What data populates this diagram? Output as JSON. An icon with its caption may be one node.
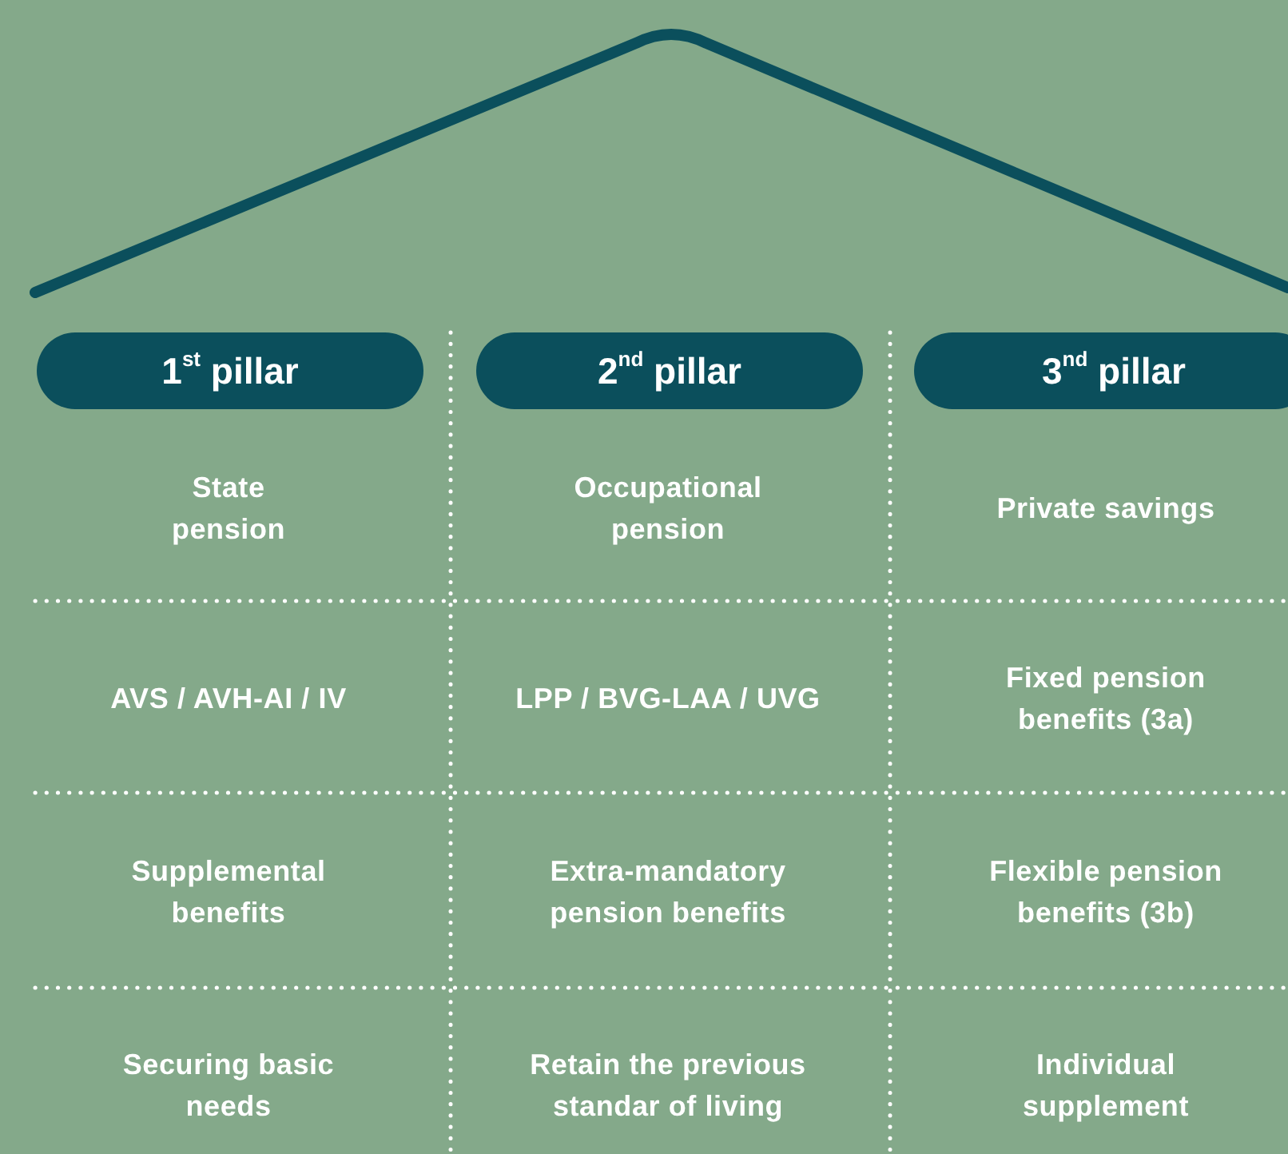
{
  "diagram": {
    "nodes": [
      {
        "text": [
          "1$^{st}$ pillar"
        ]
      },
      {
        "text": [
          "2$^{nd}$ pillar"
        ]
      },
      {
        "text": [
          "3$^{nd}$ pillar"
        ]
      }
    ],
    "edges": [],
    "labels": [
      "State pension",
      "Occupational pension",
      "Private savings",
      "AVS / AVH-AI / IV",
      "LPP / BVG-LAA / UVG",
      "Fixed pension benefits (3a)",
      "Supplemental benefits",
      "Extra-mandatory pension benefits",
      "Flexible pension benefits (3b)",
      "Securing basic needs",
      "Retain the previous standar of living",
      "Individual supplement"
    ]
  }
}
